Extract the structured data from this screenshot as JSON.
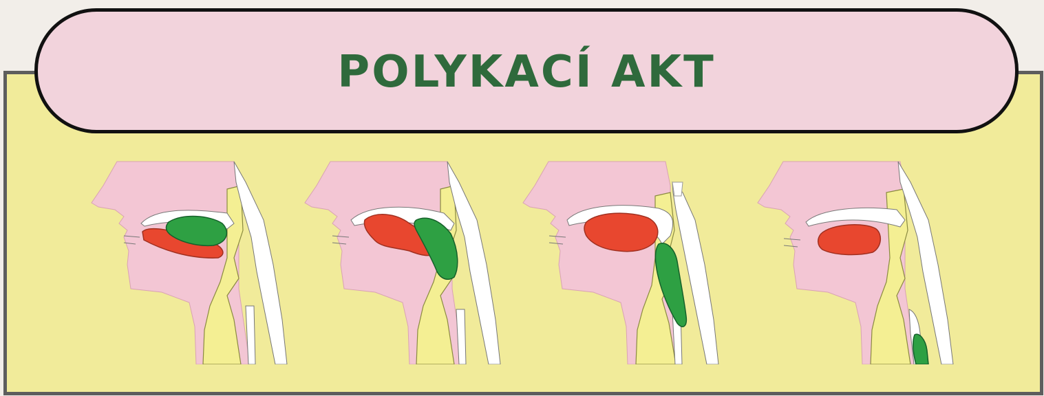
{
  "title": "POLYKACÍ AKT",
  "colors": {
    "background": "#f2eee9",
    "panel": "#f1eb9a",
    "panel_border": "#5d5d5d",
    "banner": "#f2d3dc",
    "banner_border": "#111111",
    "title_text": "#2f6a3c",
    "tissue": "#f3c6d4",
    "pharynx": "#f4ef93",
    "bone": "#ffffff",
    "tongue": "#e8472f",
    "bolus": "#2ea043"
  },
  "stages": [
    {
      "id": 1,
      "bolus_location": "mouth-on-tongue",
      "icon": "head-profile-stage-1"
    },
    {
      "id": 2,
      "bolus_location": "oropharynx",
      "icon": "head-profile-stage-2"
    },
    {
      "id": 3,
      "bolus_location": "pharynx-descending",
      "icon": "head-profile-stage-3"
    },
    {
      "id": 4,
      "bolus_location": "esophagus",
      "icon": "head-profile-stage-4"
    }
  ]
}
